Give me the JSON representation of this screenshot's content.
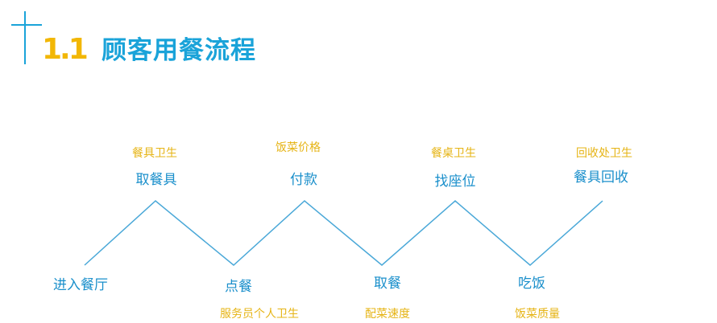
{
  "header": {
    "section_number": "1.1",
    "title": "顾客用餐流程"
  },
  "process": {
    "steps": [
      {
        "label": "进入餐厅",
        "note": ""
      },
      {
        "label": "取餐具",
        "note": "餐具卫生"
      },
      {
        "label": "点餐",
        "note": "服务员个人卫生"
      },
      {
        "label": "付款",
        "note": "饭菜价格"
      },
      {
        "label": "取餐",
        "note": "配菜速度"
      },
      {
        "label": "找座位",
        "note": "餐桌卫生"
      },
      {
        "label": "吃饭",
        "note": "饭菜质量"
      },
      {
        "label": "餐具回收",
        "note": "回收处卫生"
      }
    ]
  },
  "colors": {
    "accent_blue": "#1aa3d9",
    "accent_yellow": "#f2b705",
    "line": "#4aa8d8"
  }
}
